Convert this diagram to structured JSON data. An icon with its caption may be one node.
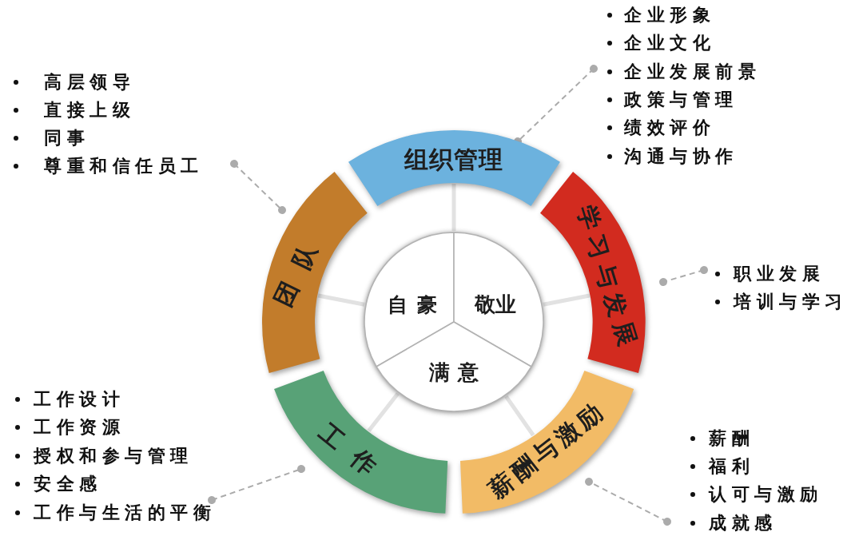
{
  "diagram": {
    "nodes": [
      {
        "text": [
          "企业形象",
          "企业文化",
          "企业发展前景",
          "政策与管理",
          "绩效评价",
          "沟通与协作"
        ]
      },
      {
        "text": [
          "高层领导",
          "直接上级",
          "同事",
          "尊重和信任员工"
        ]
      },
      {
        "text": [
          "组织管理"
        ]
      },
      {
        "text": [
          "团队"
        ]
      },
      {
        "text": [
          "学习与发展"
        ]
      },
      {
        "text": [
          "职业发展",
          "培训与学习"
        ]
      },
      {
        "text": [
          "自豪"
        ]
      },
      {
        "text": [
          "敬业"
        ]
      },
      {
        "text": [
          "满意"
        ]
      },
      {
        "text": [
          "工作设计",
          "工作资源",
          "授权和参与管理",
          "安全感",
          "工作与生活的平衡"
        ]
      },
      {
        "text": [
          "工作"
        ]
      },
      {
        "text": [
          "薪酬与激励"
        ]
      },
      {
        "text": [
          "薪酬",
          "福利",
          "认可与激励",
          "成就感"
        ]
      }
    ],
    "edges": [
      {
        "from": 0,
        "to": 2,
        "arrow": "other",
        "style": "dashed"
      },
      {
        "from": 1,
        "to": 3,
        "arrow": "other",
        "style": "dashed"
      },
      {
        "from": 5,
        "to": 4,
        "arrow": "other",
        "style": "dashed"
      },
      {
        "from": 9,
        "to": 10,
        "arrow": "other",
        "style": "dashed"
      },
      {
        "from": 12,
        "to": 11,
        "arrow": "other",
        "style": "dashed"
      },
      {
        "from": 2,
        "to": 6,
        "arrow": "none",
        "style": "thick",
        "color": "#e2e2e2"
      },
      {
        "from": 3,
        "to": 6,
        "arrow": "none",
        "style": "thick",
        "color": "#e2e2e2"
      },
      {
        "from": 4,
        "to": 7,
        "arrow": "none",
        "style": "thick",
        "color": "#e2e2e2"
      },
      {
        "from": 10,
        "to": 8,
        "arrow": "none",
        "style": "thick",
        "color": "#e2e2e2"
      },
      {
        "from": 11,
        "to": 8,
        "arrow": "none",
        "style": "thick",
        "color": "#e2e2e2"
      }
    ]
  }
}
